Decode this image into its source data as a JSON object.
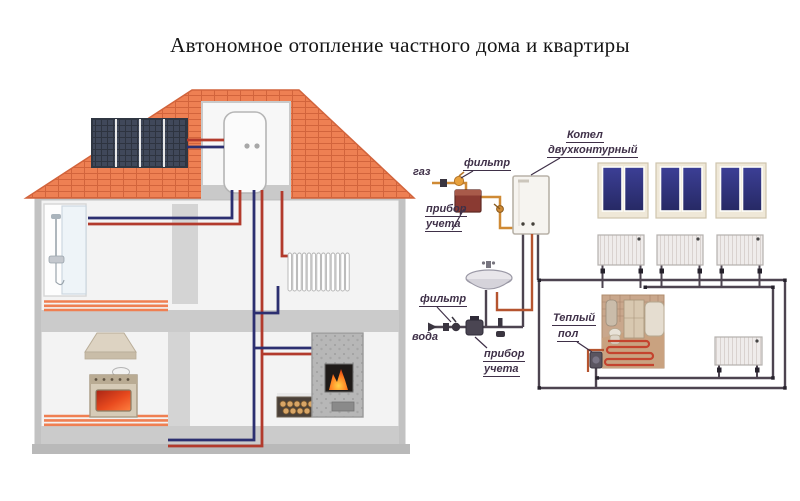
{
  "title": "Автономное отопление частного дома и квартиры",
  "labels": {
    "gas": "газ",
    "gas_filter": "фильтр",
    "meter_line1": "прибор",
    "meter_line2": "учета",
    "boiler_line1": "Котел",
    "boiler_line2": "двухконтурный",
    "water_filter": "фильтр",
    "water": "вода",
    "warm_floor_line1": "Теплый",
    "warm_floor_line2": "пол"
  },
  "colors": {
    "roof": "#ee8053",
    "roof_line": "#d2643c",
    "solar_panel": "#40485a",
    "pipe_hot": "#b23a2c",
    "pipe_cold": "#2c2f70",
    "floor_heating": "#ef7f52",
    "apartment_pipe": "#4d4450",
    "gas_pipe": "#cf8a35",
    "hot_water_pipe": "#b5542f",
    "gas_meter": "#8a3a32",
    "window_glass": "#34378c",
    "label_text": "#3f3048",
    "wall": "#c2c2c2",
    "fire": "#ff7a1e"
  }
}
